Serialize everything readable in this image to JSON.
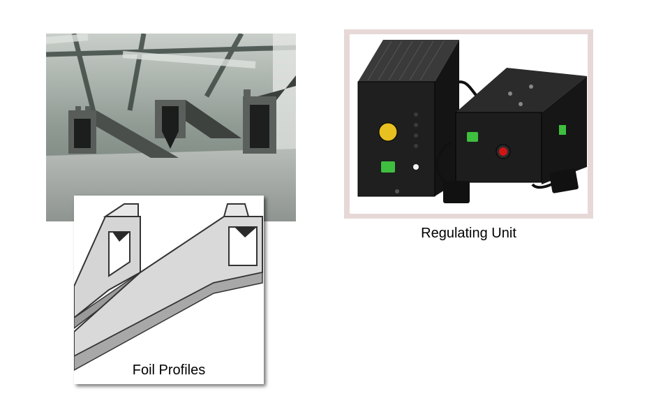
{
  "captions": {
    "foil_profiles": "Foil Profiles",
    "regulating_unit": "Regulating Unit"
  },
  "images": [
    {
      "name": "foil-profiles-photo"
    },
    {
      "name": "foil-profiles-drawing"
    },
    {
      "name": "regulating-unit-photo"
    }
  ],
  "colors": {
    "frame": "#e7d8d8",
    "unit_body": "#1a1a1a",
    "knob": "#e8c020",
    "green_button": "#3fbf3f",
    "red_button": "#d01515"
  }
}
